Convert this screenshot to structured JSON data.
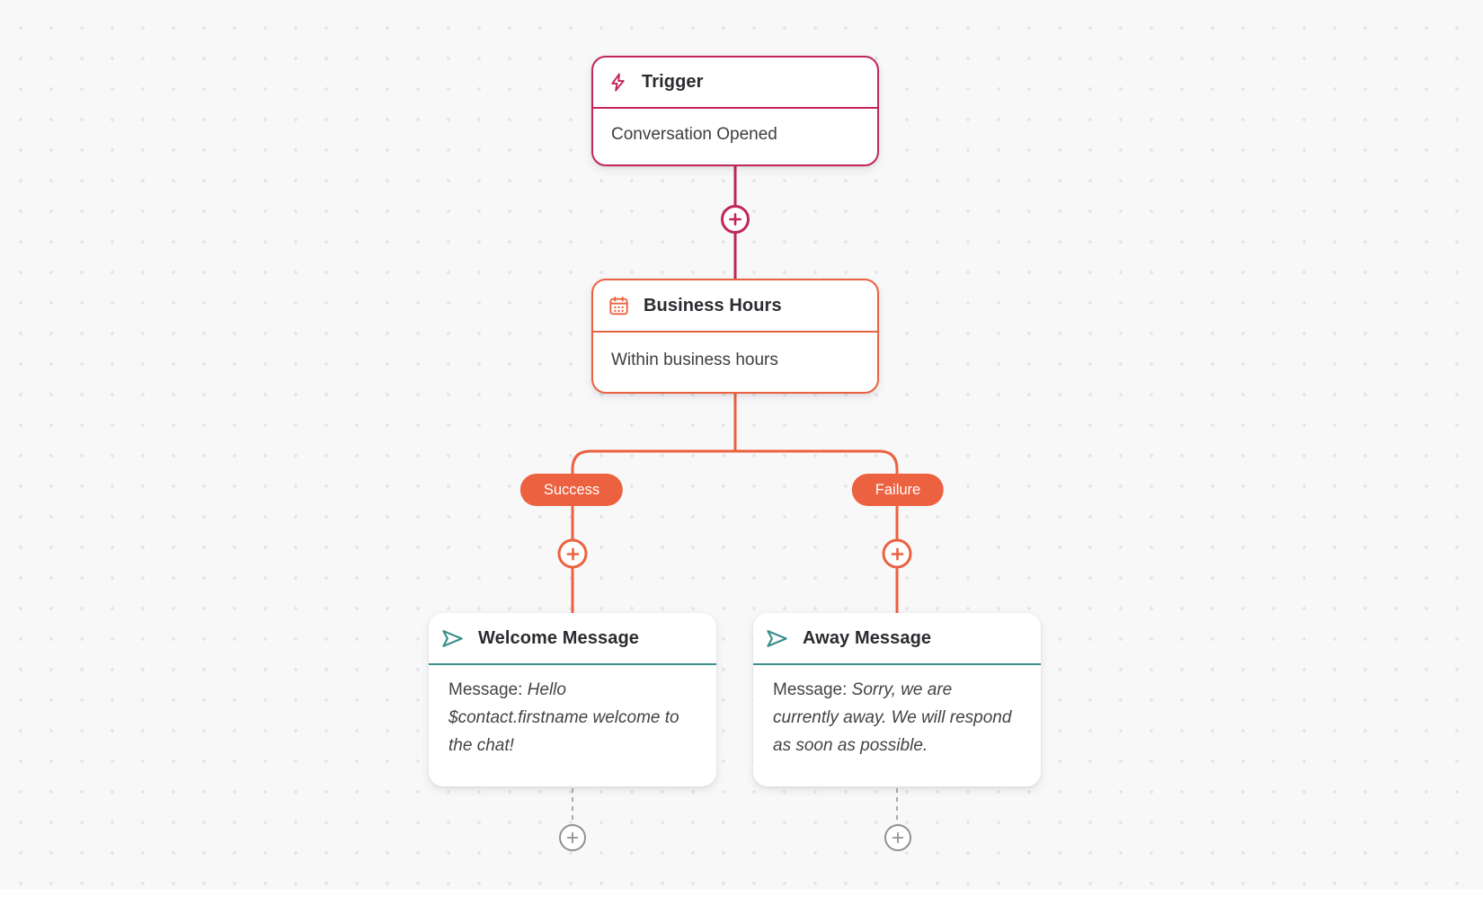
{
  "colors": {
    "trigger": "#c2255c",
    "step": "#ec6140",
    "message": "#3a8e8c",
    "inactive": "#8f9193",
    "canvas_bg": "#f8f8f9",
    "dot": "#e3e3e9"
  },
  "nodes": {
    "trigger": {
      "title": "Trigger",
      "subtitle": "Conversation Opened"
    },
    "business_hours": {
      "title": "Business Hours",
      "subtitle": "Within business hours"
    },
    "welcome_message": {
      "title": "Welcome Message",
      "label": "Message:",
      "text": "Hello $contact.firstname welcome to the chat!"
    },
    "away_message": {
      "title": "Away Message",
      "label": "Message:",
      "text": "Sorry, we are currently away. We will respond as soon as possible."
    }
  },
  "branch_labels": {
    "success": "Success",
    "failure": "Failure"
  }
}
